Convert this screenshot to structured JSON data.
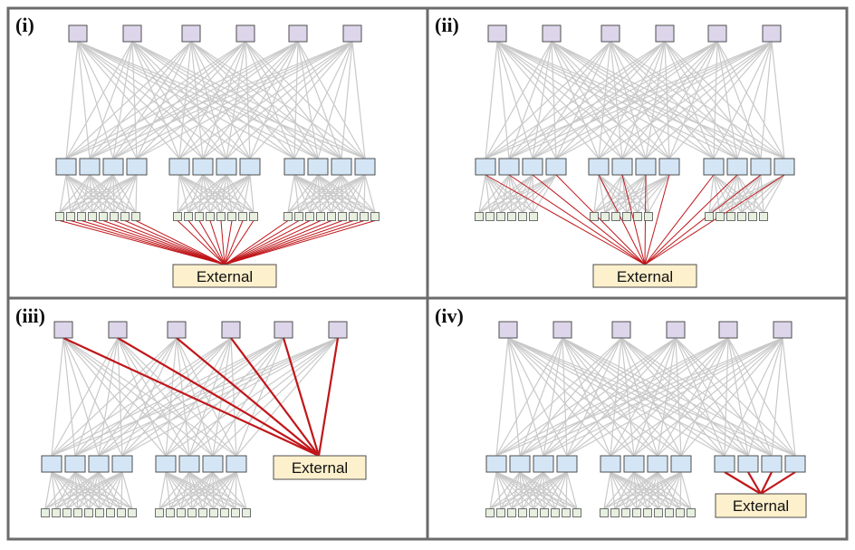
{
  "panels": [
    {
      "label": "(i)",
      "external_label": "External",
      "variant": "leaf-links"
    },
    {
      "label": "(ii)",
      "external_label": "External",
      "variant": "edge-links"
    },
    {
      "label": "(iii)",
      "external_label": "External",
      "variant": "core-links"
    },
    {
      "label": "(iv)",
      "external_label": "External",
      "variant": "pod-links"
    }
  ],
  "colors": {
    "top_node": "#ddd5ea",
    "mid_node": "#d4e6f5",
    "leaf_node": "#e7f0df",
    "external": "#fdf0cc",
    "link": "#c9c9c9",
    "external_link": "#c0161a"
  }
}
